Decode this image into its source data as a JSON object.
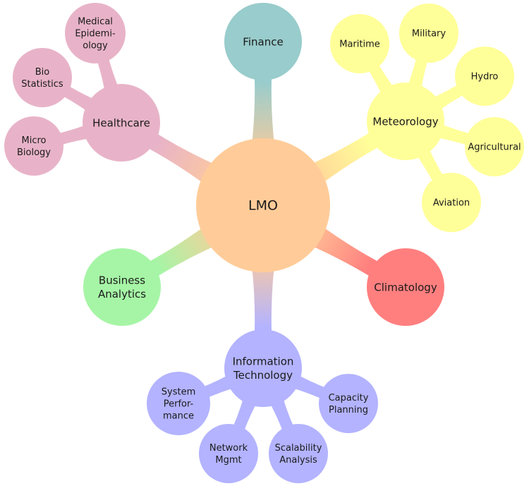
{
  "center": {
    "label": [
      "LMO"
    ],
    "color": "#ffcc99"
  },
  "branches": [
    {
      "key": "finance",
      "label": [
        "Finance"
      ],
      "color": "#99cccc",
      "children": []
    },
    {
      "key": "meteorology",
      "label": [
        "Meteorology"
      ],
      "color": "#ffff99",
      "children": [
        {
          "key": "maritime",
          "label": [
            "Maritime"
          ]
        },
        {
          "key": "military",
          "label": [
            "Military"
          ]
        },
        {
          "key": "hydro",
          "label": [
            "Hydro"
          ]
        },
        {
          "key": "agricultural",
          "label": [
            "Agricultural"
          ]
        },
        {
          "key": "aviation",
          "label": [
            "Aviation"
          ]
        }
      ]
    },
    {
      "key": "climatology",
      "label": [
        "Climatology"
      ],
      "color": "#ff7f7f",
      "children": []
    },
    {
      "key": "information-technology",
      "label": [
        "Information",
        "Technology"
      ],
      "color": "#b3b3ff",
      "children": [
        {
          "key": "system-performance",
          "label": [
            "System",
            "Perfor-",
            "mance"
          ]
        },
        {
          "key": "network-mgmt",
          "label": [
            "Network",
            "Mgmt"
          ]
        },
        {
          "key": "scalability-analysis",
          "label": [
            "Scalability",
            "Analysis"
          ]
        },
        {
          "key": "capacity-planning",
          "label": [
            "Capacity",
            "Planning"
          ]
        }
      ]
    },
    {
      "key": "business-analytics",
      "label": [
        "Business",
        "Analytics"
      ],
      "color": "#a6f5a6",
      "children": []
    },
    {
      "key": "healthcare",
      "label": [
        "Healthcare"
      ],
      "color": "#e8b3c8",
      "children": [
        {
          "key": "medical-epidemiology",
          "label": [
            "Medical",
            "Epidemi-",
            "ology"
          ]
        },
        {
          "key": "bio-statistics",
          "label": [
            "Bio",
            "Statistics"
          ]
        },
        {
          "key": "micro-biology",
          "label": [
            "Micro",
            "Biology"
          ]
        }
      ]
    }
  ]
}
